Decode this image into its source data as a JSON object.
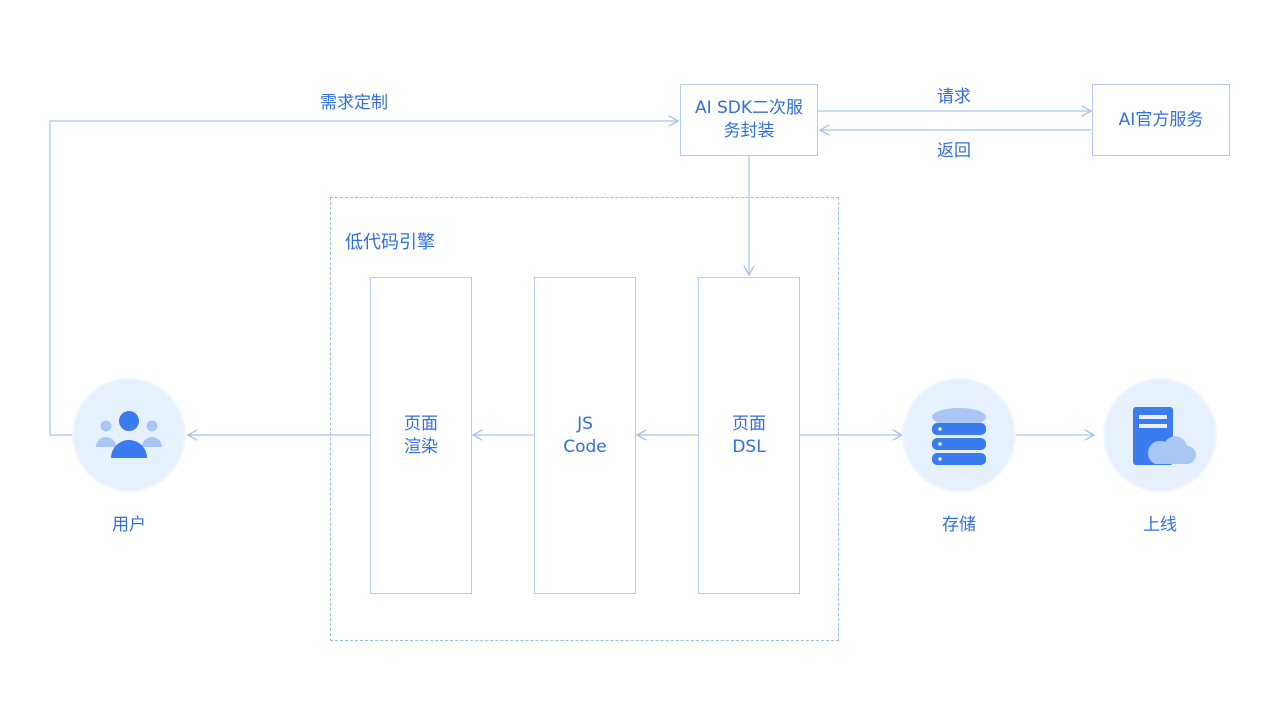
{
  "nodes": {
    "sdk_wrapper": "AI SDK二次服\n务封装",
    "ai_service": "AI官方服务",
    "page_render": "页面\n渲染",
    "js_code": "JS\nCode",
    "page_dsl": "页面\nDSL",
    "user": "用户",
    "storage": "存储",
    "online": "上线"
  },
  "group": {
    "label": "低代码引擎"
  },
  "edges": {
    "requirement": "需求定制",
    "request": "请求",
    "return": "返回"
  },
  "icons": {
    "user": "user-group-icon",
    "storage": "database-icon",
    "online": "cloud-server-icon"
  },
  "colors": {
    "accent": "#2f6fe0",
    "line": "#a9c4ee",
    "node_bg": "#e7f0fd"
  }
}
